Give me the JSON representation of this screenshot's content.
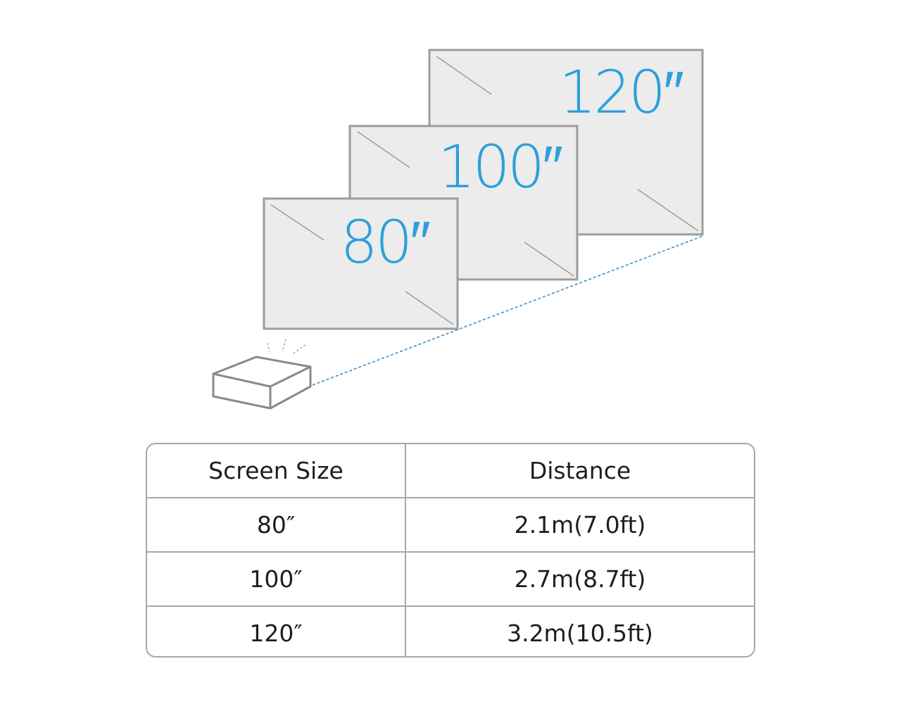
{
  "diagram": {
    "screens": [
      {
        "label": "80″"
      },
      {
        "label": "100″"
      },
      {
        "label": "120″"
      }
    ],
    "label_color": "#2e9fdb",
    "screen_fill": "#ececec",
    "screen_border": "#9c9c9c",
    "beam_line_color": "#2e86c1"
  },
  "table": {
    "headers": [
      "Screen Size",
      "Distance"
    ],
    "rows": [
      [
        "80″",
        "2.1m(7.0ft)"
      ],
      [
        "100″",
        "2.7m(8.7ft)"
      ],
      [
        "120″",
        "3.2m(10.5ft)"
      ]
    ]
  }
}
